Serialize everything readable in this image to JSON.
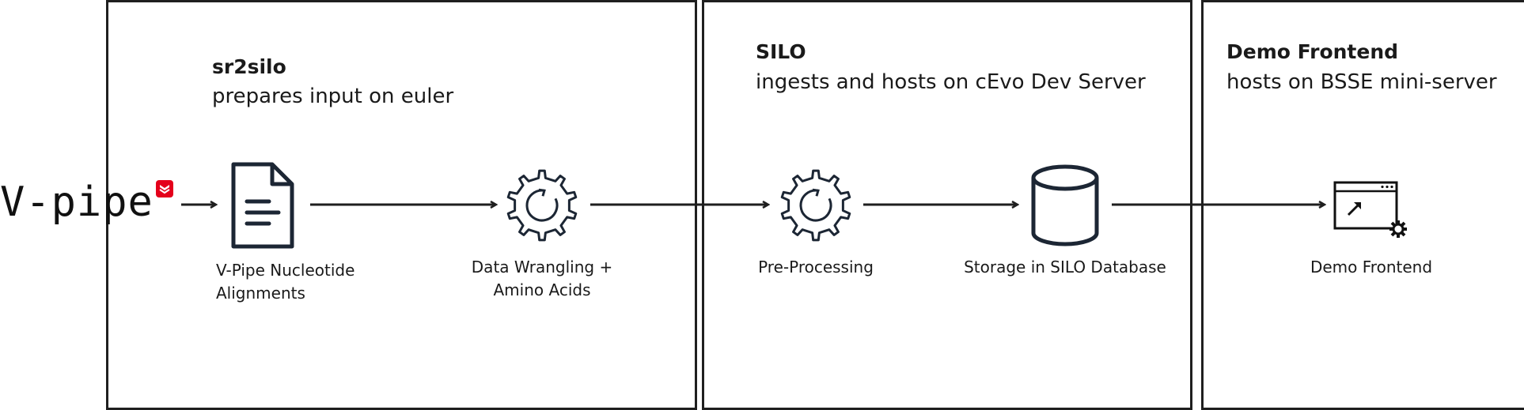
{
  "logo": {
    "text": "V-pipe",
    "badge_color": "#e4001b",
    "icon": "v-pipe-badge-icon"
  },
  "panels": [
    {
      "title": "sr2silo",
      "subtitle": "prepares input on euler"
    },
    {
      "title": "SILO",
      "subtitle": "ingests and hosts on cEvo Dev Server"
    },
    {
      "title": "Demo Frontend",
      "subtitle": "hosts on BSSE mini-server"
    }
  ],
  "nodes": [
    {
      "icon": "document-icon",
      "label_lines": [
        "V-Pipe Nucleotide",
        "Alignments"
      ]
    },
    {
      "icon": "gear-icon",
      "label_lines": [
        "Data Wrangling  +",
        "Amino Acids"
      ]
    },
    {
      "icon": "gear-icon",
      "label_lines": [
        "Pre-Processing"
      ]
    },
    {
      "icon": "database-icon",
      "label_lines": [
        "Storage in SILO Database"
      ]
    },
    {
      "icon": "browser-settings-icon",
      "label_lines": [
        "Demo Frontend"
      ]
    }
  ],
  "colors": {
    "stroke": "#1f1f1f",
    "icon": "#1c2634",
    "badge": "#e4001b"
  }
}
